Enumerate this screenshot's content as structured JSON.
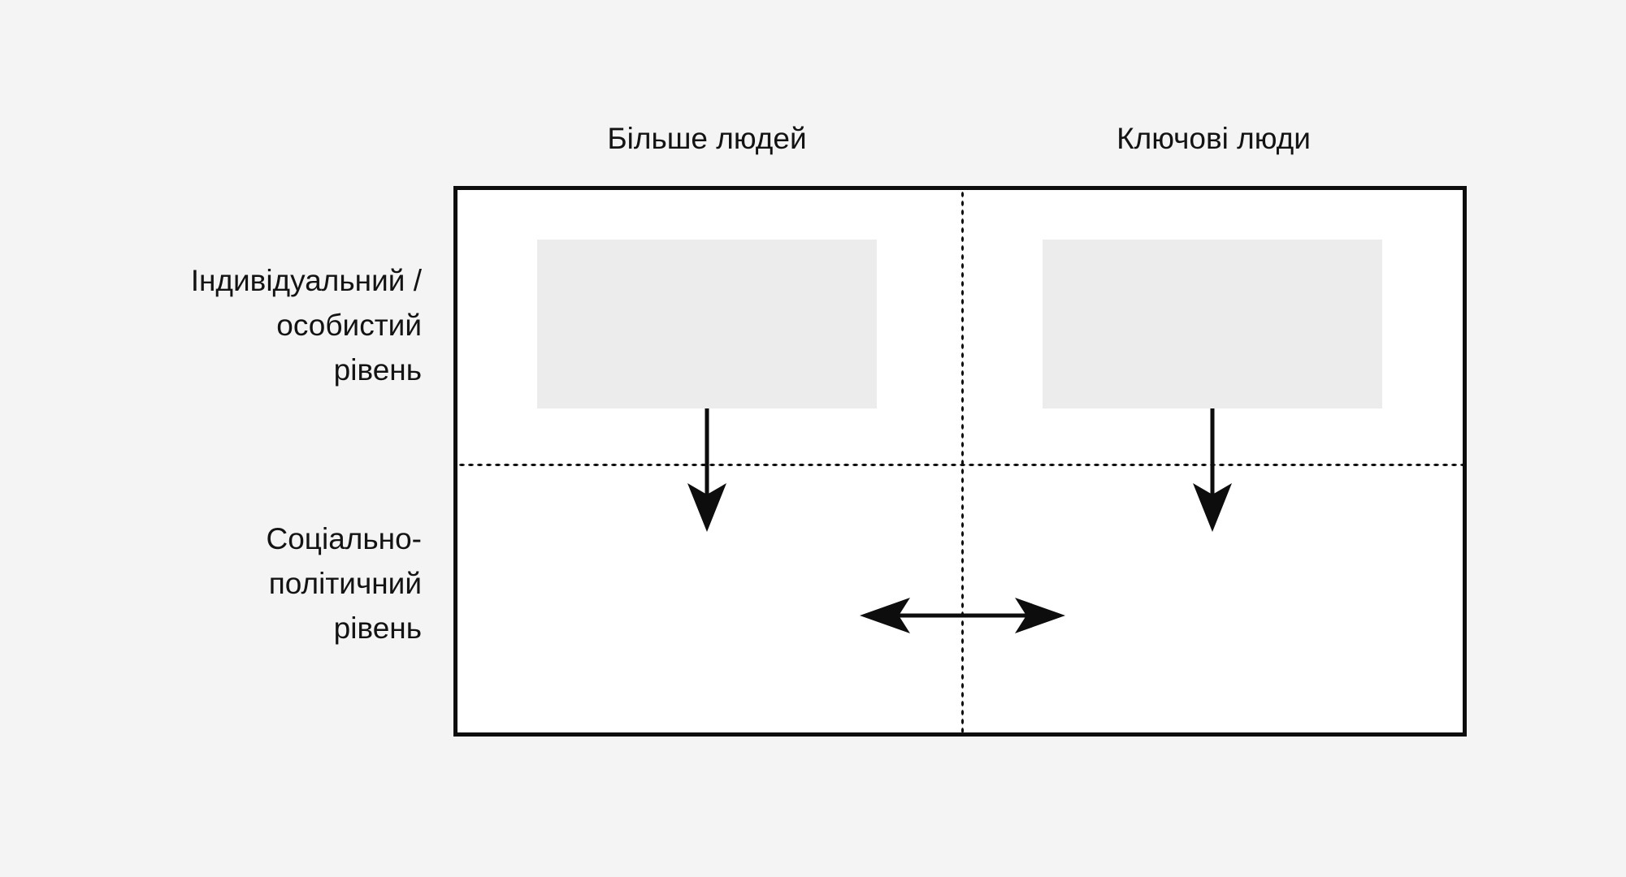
{
  "page": {
    "background_color": "#f4f4f4",
    "text_color": "#131313",
    "frame_border_color": "#0d0d0d",
    "content_box_color": "#ececec"
  },
  "matrix": {
    "columns": [
      {
        "label": "Більше людей"
      },
      {
        "label": "Ключові люди"
      }
    ],
    "rows": [
      {
        "label": "Індивідуальний /\nособистий\nрівень"
      },
      {
        "label": "Соціально-\nполітичний\nрівень"
      }
    ],
    "content_boxes": [
      {
        "cell": "Більше людей / Індивідуальний",
        "text": ""
      },
      {
        "cell": "Ключові люди / Індивідуальний",
        "text": ""
      }
    ],
    "arrows": [
      {
        "name": "down-arrow-more-people",
        "direction": "down"
      },
      {
        "name": "down-arrow-key-people",
        "direction": "down"
      },
      {
        "name": "bidirectional-arrow-social-political",
        "direction": "left-right"
      }
    ]
  }
}
